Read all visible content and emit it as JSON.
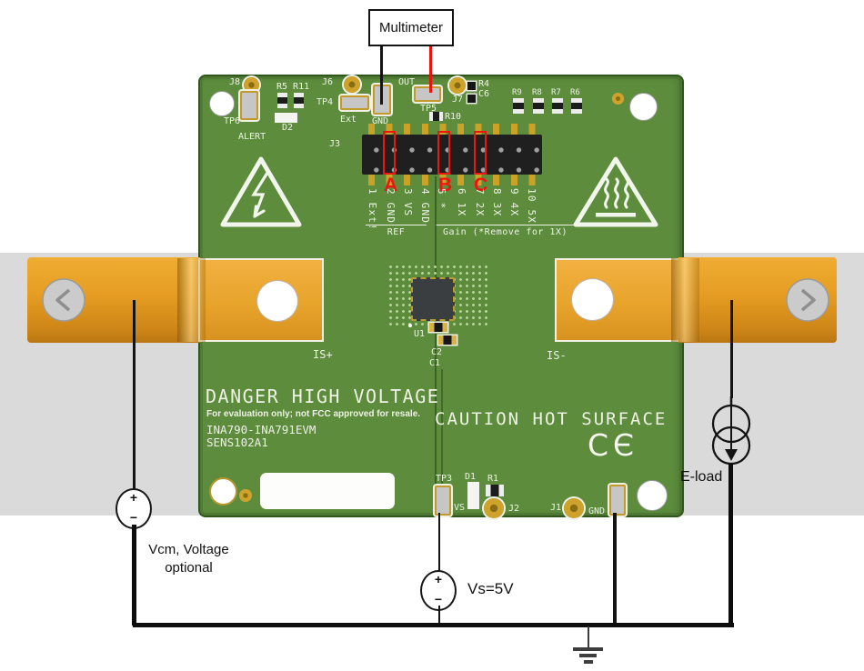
{
  "colors": {
    "annotation_red": "#ee1511",
    "board_green": "#5c8c3c",
    "busbar_orange": "#e8a125",
    "band_gray": "#dadada"
  },
  "multimeter": {
    "label": "Multimeter"
  },
  "board": {
    "refs": {
      "j8": "J8",
      "tp6": "TP6",
      "alert": "ALERT",
      "r5_r11": "R5 R11",
      "d2": "D2",
      "j6": "J6",
      "tp4": "TP4",
      "ext": "Ext",
      "gnd_top": "GND",
      "out": "OUT",
      "tp5": "TP5",
      "j7": "J7",
      "c6": "C6",
      "r4": "R4",
      "r10": "R10",
      "j3": "J3",
      "u1": "U1",
      "c2": "C2",
      "c1": "C1",
      "tp3": "TP3",
      "vs": "VS",
      "d1": "D1",
      "r1": "R1",
      "j2": "J2",
      "j1": "J1",
      "gnd_bottom": "GND"
    },
    "top_right_resistors": [
      "R9",
      "R8",
      "R7",
      "R6"
    ],
    "header": {
      "pins": [
        "1 Ext!",
        "2 GND",
        "3 VS",
        "4 GND",
        "5 *",
        "6 1X",
        "7 2X",
        "8 3X",
        "9 4X",
        "10 5X"
      ],
      "groups": [
        "REF",
        "Gain (*Remove for 1X)"
      ]
    },
    "markers": [
      "A",
      "B",
      "C"
    ],
    "silkscreen": {
      "is_plus": "IS+",
      "is_minus": "IS-",
      "danger": "DANGER HIGH VOLTAGE",
      "eval_note": "For evaluation only; not FCC approved for resale.",
      "part_line1": "INA790-INA791EVM",
      "part_line2": "SENS102A1",
      "caution": "CAUTION HOT SURFACE",
      "ce": "CЄ"
    }
  },
  "external": {
    "vcm_line1": "Vcm, Voltage",
    "vcm_line2": "optional",
    "vs_label": "Vs=5V",
    "eload_label": "E-load",
    "plus": "+",
    "minus": "−"
  }
}
